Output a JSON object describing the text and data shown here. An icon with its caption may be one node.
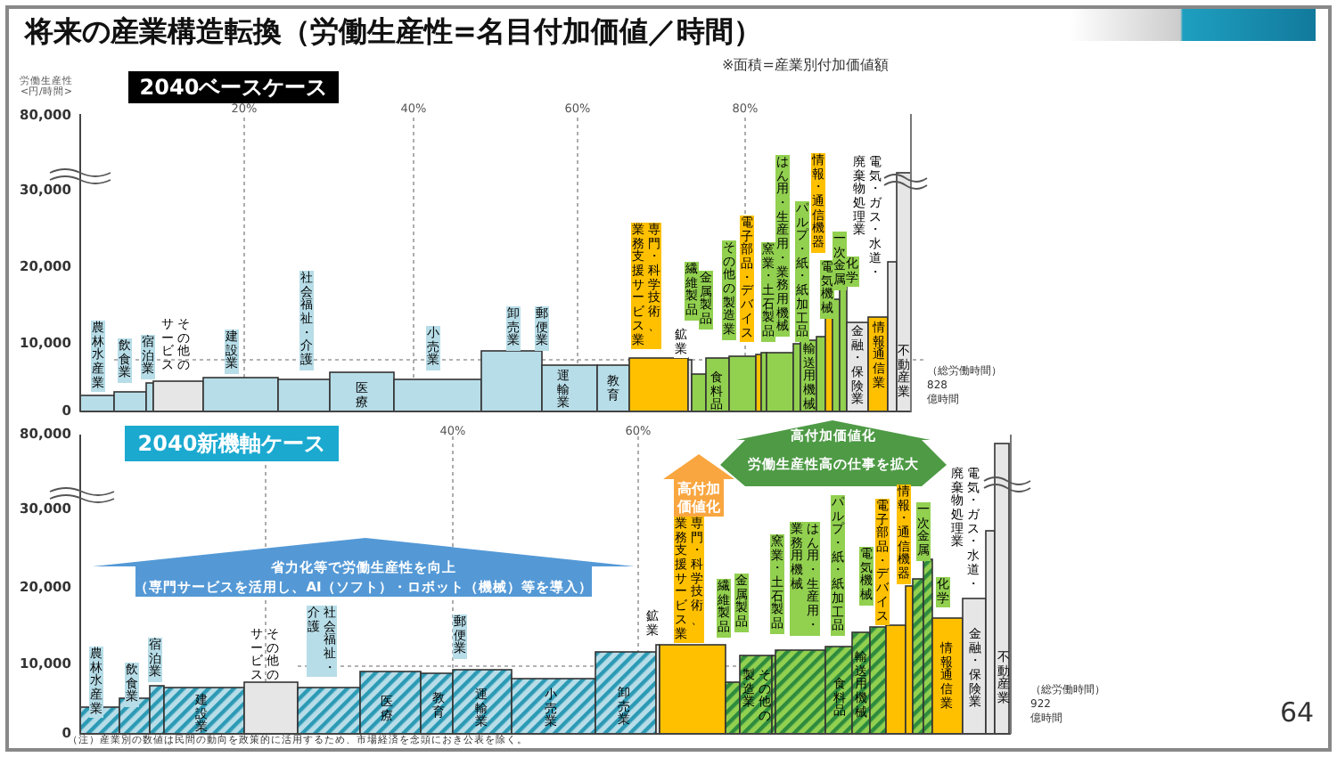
{
  "diagram": {
    "title": "将来の産業構造転換（労働生産性=名目付加価値／時間）",
    "nodes": [
      {
        "text": [
          "2040ベースケース"
        ]
      },
      {
        "text": [
          "2040新機軸ケース"
        ]
      },
      {
        "text": [
          "高付加価値化",
          "労働生産性高の仕事を拡大"
        ]
      },
      {
        "text": [
          "高付加価値化"
        ]
      },
      {
        "text": [
          "省力化等で労働生産性を向上",
          "（専門サービスを活用し、AI（ソフト）・ロボット（機械）等を導入）"
        ]
      }
    ],
    "labels": [
      "※面積=産業別付加価値額",
      "労働生産性 <円/時間>",
      "80,000",
      "30,000",
      "20,000",
      "10,000",
      "0",
      "20%",
      "40%",
      "60%",
      "80%",
      "農林水産業",
      "飲食業",
      "宿泊業",
      "その他のサービス",
      "建設業",
      "社会福祉・介護",
      "医療",
      "小売業",
      "卸売業",
      "郵便業",
      "運輸業",
      "教育",
      "専門・科学技術、業務支援サービス業",
      "鉱業",
      "繊維製品",
      "金属製品",
      "食料品",
      "その他の製造業",
      "電子部品・デバイス",
      "窯業・土石製品",
      "はん用・生産用・業務用機械",
      "パルプ・紙・紙加工品",
      "輸送用機械",
      "情報・通信機器",
      "電気機械",
      "一次金属",
      "化学",
      "電気・ガス・水道・廃棄物処理業",
      "金融・保険業",
      "情報通信業",
      "不動産業",
      "（総労働時間）",
      "828",
      "億時間",
      "80,000",
      "30,000",
      "20,000",
      "10,000",
      "0",
      "40%",
      "60%",
      "農林水産業",
      "飲食業",
      "宿泊業",
      "建設業",
      "その他のサービス",
      "社会福祉・介護",
      "医療",
      "教育",
      "郵便業",
      "運輸業",
      "小売業",
      "卸売業",
      "鉱業",
      "専門・科学技術、業務支援サービス業",
      "繊維製品",
      "金属製品",
      "その他の製造業",
      "窯業・土石製品",
      "はん用・生産用・業務用機械",
      "パルプ・紙・紙加工品",
      "食料品",
      "輸送用機械",
      "電気機械",
      "電子部品・デバイス",
      "情報・通信機器",
      "一次金属",
      "化学",
      "電気・ガス・水道・廃棄物処理業",
      "情報通信業",
      "金融・保険業",
      "不動産業",
      "（総労働時間）",
      "922",
      "億時間",
      "（注）産業別の数値は民間の動向を政策的に活用するため、市場経済を念頭におき公表を除く。",
      "64"
    ]
  }
}
